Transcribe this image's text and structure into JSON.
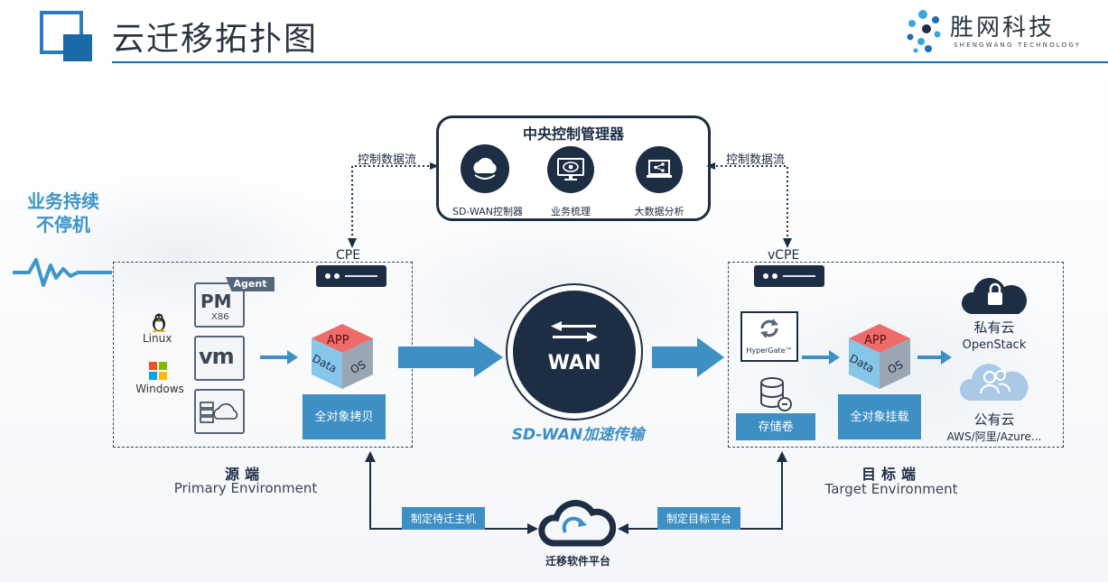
{
  "header": {
    "title": "云迁移拓扑图",
    "brand_name": "胜网科技",
    "brand_sub": "SHENGWANG TECHNOLOGY"
  },
  "side_label": "业务持续\n不停机",
  "central": {
    "title": "中央控制管理器",
    "items": [
      {
        "label": "SD-WAN控制器",
        "icon": "cloud-icon"
      },
      {
        "label": "业务梳理",
        "icon": "monitor-eye-icon"
      },
      {
        "label": "大数据分析",
        "icon": "laptop-share-icon"
      }
    ]
  },
  "control_flow_left": "控制数据流",
  "control_flow_right": "控制数据流",
  "source": {
    "device_label": "CPE",
    "agent_label": "Agent",
    "pm_label": "PM",
    "pm_sub": "X86",
    "vm_label": "vm",
    "os_labels": [
      "Linux",
      "Windows"
    ],
    "cube_labels": {
      "app": "APP",
      "data": "Data",
      "os": "OS"
    },
    "copy_label": "全对象拷贝",
    "title": "源端",
    "subtitle": "Primary Environment"
  },
  "wan": {
    "label": "WAN",
    "caption": "SD-WAN加速传输"
  },
  "target": {
    "device_label": "vCPE",
    "hypergate_label": "HyperGate™",
    "storage_label": "存储卷",
    "cube_labels": {
      "app": "APP",
      "data": "Data",
      "os": "OS"
    },
    "mount_label": "全对象挂载",
    "private_cloud": "私有云",
    "private_cloud_sub": "OpenStack",
    "public_cloud": "公有云",
    "public_cloud_sub": "AWS/阿里/Azure...",
    "title": "目标端",
    "subtitle": "Target Environment"
  },
  "bottom": {
    "left_flow": "制定待迁主机",
    "right_flow": "制定目标平台",
    "platform": "迁移软件平台"
  },
  "colors": {
    "navy": "#1d2d44",
    "accent_blue": "#3d8fc4",
    "title_rule": "#1a6aa8"
  }
}
